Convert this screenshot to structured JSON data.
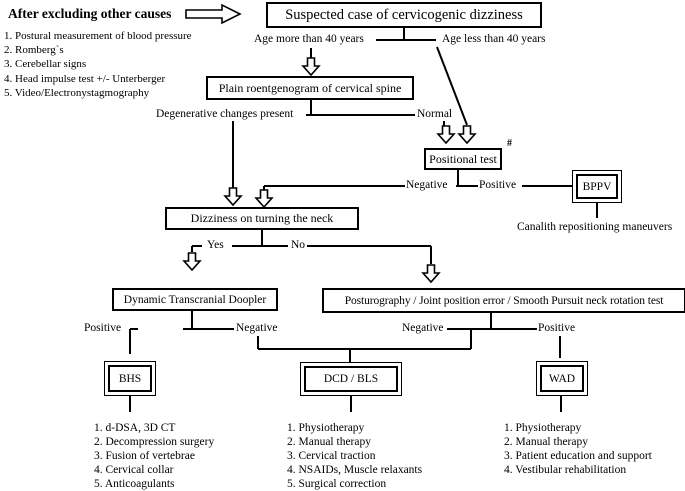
{
  "intro": {
    "heading": "After excluding other causes",
    "items": [
      "1. Postural measurement of blood pressure",
      "2. Romberg`s",
      "3. Cerebellar signs",
      "4. Head impulse test +/- Unterberger",
      "5. Video/Electronystagmography"
    ]
  },
  "nodes": {
    "start": "Suspected case of cervicogenic dizziness",
    "xray": "Plain roentgenogram of cervical spine",
    "positional": "Positional test",
    "positional_mark": "#",
    "bppv": "BPPV",
    "neck": "Dizziness on turning the neck",
    "doppler": "Dynamic Transcranial Doopler",
    "posturo": "Posturography / Joint position error / Smooth Pursuit neck rotation test",
    "bhs": "BHS",
    "dcd": "DCD / BLS",
    "wad": "WAD"
  },
  "edges": {
    "age_over": "Age more than 40 years",
    "age_under": "Age less than 40 years",
    "degenerative": "Degenerative changes present",
    "normal": "Normal",
    "negative": "Negative",
    "positive": "Positive",
    "yes": "Yes",
    "no": "No",
    "doppler_positive": "Positive",
    "doppler_negative": "Negative",
    "posturo_negative": "Negative",
    "posturo_positive": "Positive"
  },
  "treatments": {
    "bppv": "Canalith repositioning maneuvers",
    "bhs": [
      "1. d-DSA, 3D CT",
      "2. Decompression surgery",
      "3. Fusion of vertebrae",
      "4. Cervical collar",
      "5. Anticoagulants"
    ],
    "dcd": [
      "1. Physiotherapy",
      "2. Manual therapy",
      "3. Cervical traction",
      "4. NSAIDs, Muscle relaxants",
      "5. Surgical correction"
    ],
    "wad": [
      "1. Physiotherapy",
      "2. Manual therapy",
      "3. Patient education and support",
      "4. Vestibular rehabilitation"
    ]
  }
}
